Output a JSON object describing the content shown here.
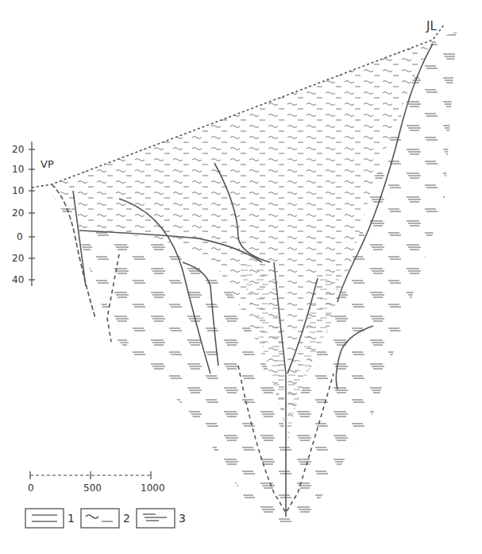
{
  "diagram": {
    "labels": [
      "JL",
      "VP",
      "20",
      "10",
      "10",
      "20",
      "0",
      "20",
      "40",
      "0",
      "500",
      "1000"
    ],
    "legend": [
      {
        "text": "1"
      },
      {
        "text": "2"
      },
      {
        "text": "3"
      }
    ]
  }
}
